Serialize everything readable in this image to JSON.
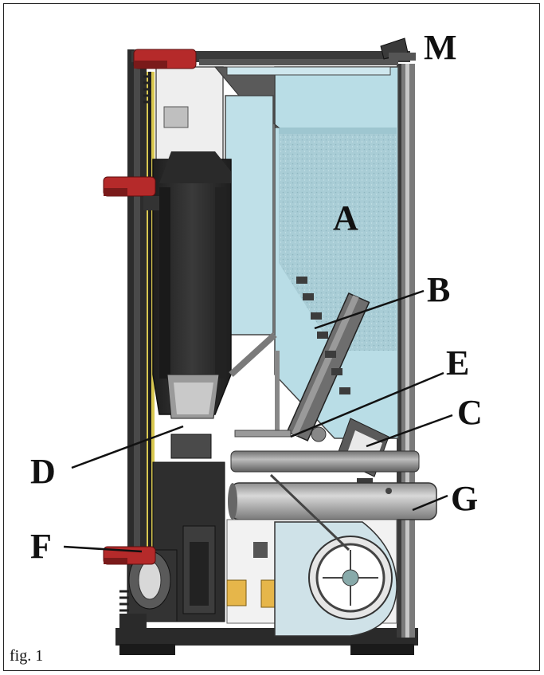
{
  "labels": {
    "M": "M",
    "A": "A",
    "B": "B",
    "E": "E",
    "C": "C",
    "D": "D",
    "G": "G",
    "F": "F"
  },
  "caption": "fig. 1",
  "colors": {
    "frame": "#222222",
    "stove_body": "#2b2b2b",
    "hopper": "#b9dde6",
    "hopper_glass": "#a7cfd8",
    "red_handle": "#b52a2a",
    "steel": "#a7a7a7",
    "yellow_part": "#e6b64a"
  }
}
